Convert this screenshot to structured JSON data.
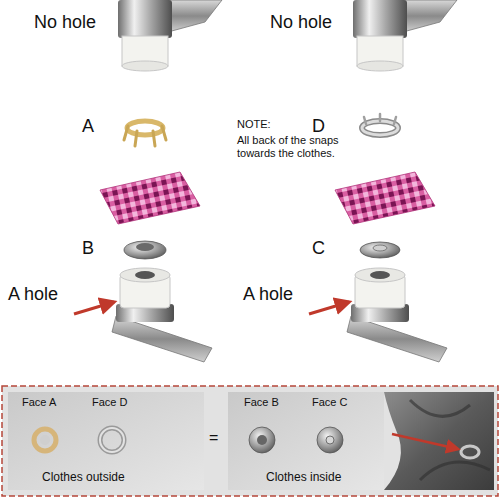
{
  "diagram": {
    "labels": [
      "No hole",
      "No hole",
      "A",
      "NOTE:",
      "All back of the snaps towards the clothes.",
      "D",
      "B",
      "C",
      "A hole",
      "A hole",
      "Face A",
      "Face D",
      "Clothes outside",
      "=",
      "Face B",
      "Face C",
      "Clothes inside"
    ]
  }
}
